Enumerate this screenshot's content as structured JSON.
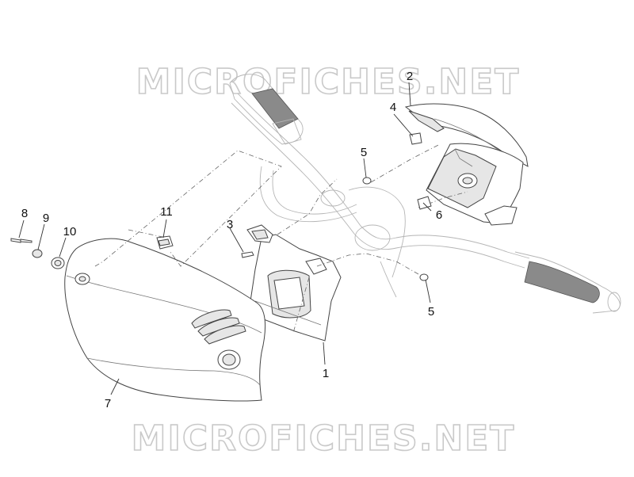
{
  "watermarks": [
    "MICROFICHES.NET",
    "MICROFICHES.NET"
  ],
  "callouts": [
    "1",
    "2",
    "3",
    "4",
    "5",
    "5",
    "6",
    "7",
    "8",
    "9",
    "10",
    "11"
  ],
  "colors": {
    "line": "#444444",
    "watermark": "#c9c9c9",
    "grip": "#8a8a8a"
  }
}
